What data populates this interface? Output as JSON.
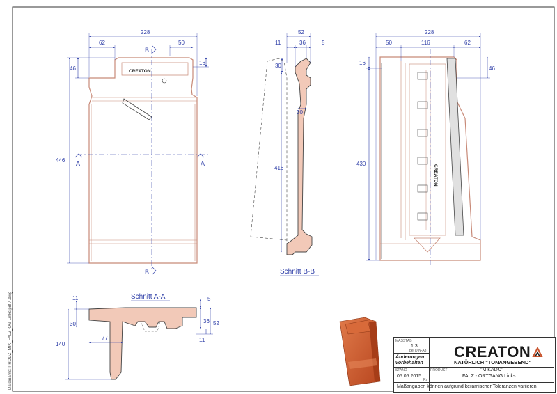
{
  "views": {
    "front": {
      "width_total": "228",
      "width_left": "62",
      "width_right": "50",
      "height_total": "446",
      "offset_top": "46",
      "offset_right": "16",
      "section_a": "A",
      "section_b": "B",
      "tile_mark": "CREATON"
    },
    "side": {
      "title": "Schnitt B-B",
      "width_total": "52",
      "d11": "11",
      "d36": "36",
      "d5": "5",
      "d30_top": "30",
      "d30_mid": "30",
      "height": "416"
    },
    "back": {
      "width_total": "228",
      "d50": "50",
      "d116": "116",
      "d62": "62",
      "d16": "16",
      "d46": "46",
      "height": "430",
      "tile_mark": "CREATON"
    },
    "section_aa": {
      "title": "Schnitt A-A",
      "d11_left": "11",
      "d30": "30",
      "d140": "140",
      "d77": "77",
      "d5": "5",
      "d36": "36",
      "d52": "52",
      "d11_right": "11"
    }
  },
  "sidebar_path": "Dateiname: PRODZ_MIK_FALZ_OG-Links.pdf / .dwg",
  "title_block": {
    "scale_label": "MASSTAB",
    "scale_value": "1:3",
    "scale_note": "bei DIN-A3",
    "changes_label": "Änderungen vorbehalten",
    "date_label": "STAND",
    "date_value": "05.05.2015",
    "date_suffix": "Rs",
    "product_label": "PRODUKT",
    "product_name": "\"MIKADO\"",
    "product_part": "FALZ - ORTGANG Links",
    "disclaimer": "Maßangaben können aufgrund keramischer Toleranzen variieren"
  },
  "brand": {
    "name": "CREATON",
    "slogan": "NATÜRLICH \"TONANGEBEND\""
  },
  "colors": {
    "line": "#2f3fa8",
    "outline": "#c88a78",
    "outline_dark": "#444444",
    "tile_terracotta": "#c8532c"
  }
}
